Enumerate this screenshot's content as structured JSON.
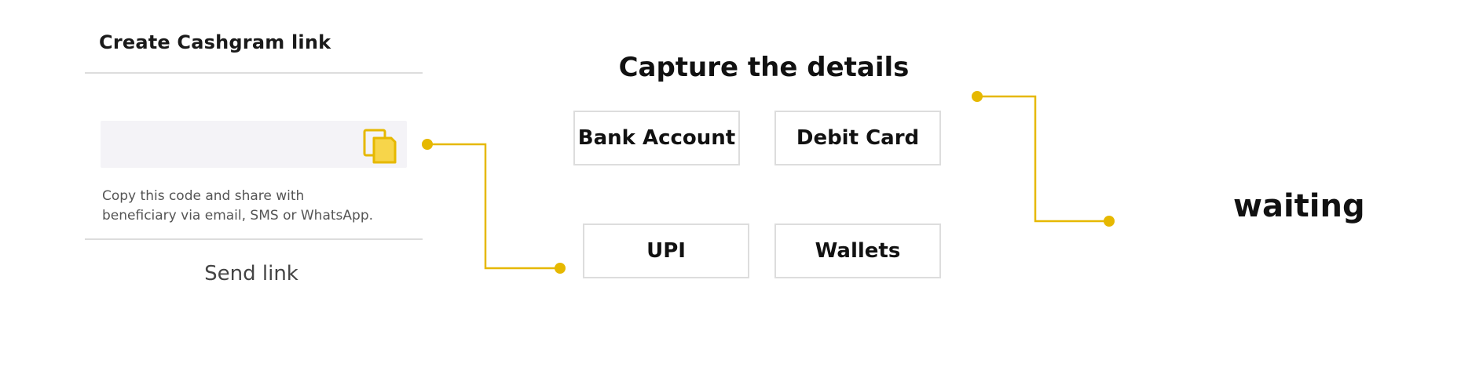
{
  "cashgram_panel": {
    "title": "Create Cashgram link",
    "help_text_line1": "Copy this code and share with",
    "help_text_line2": "beneficiary via email, SMS or WhatsApp.",
    "send_link_label": "Send link",
    "icons": {
      "copy": "copy-icon"
    }
  },
  "capture": {
    "title": "Capture the details",
    "options": [
      {
        "label": "Bank Account"
      },
      {
        "label": "Debit Card"
      },
      {
        "label": "UPI"
      },
      {
        "label": "Wallets"
      }
    ]
  },
  "status": {
    "label": "waiting"
  },
  "colors": {
    "accent": "#e6b800",
    "border": "#dddddd",
    "field_bg": "#f4f3f7",
    "icon_fill": "#f7d54a"
  }
}
